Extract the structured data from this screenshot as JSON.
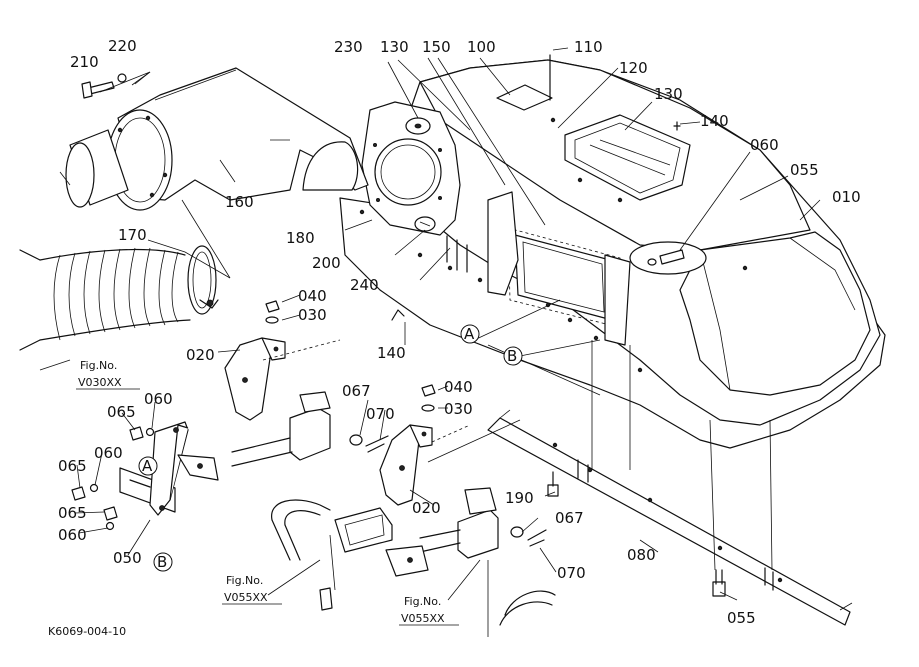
{
  "drawing_id": "K6069-004-10",
  "part_labels": {
    "p010": "010",
    "p020a": "020",
    "p020b": "020",
    "p030a": "030",
    "p030b": "030",
    "p040a": "040",
    "p040b": "040",
    "p050": "050",
    "p055a": "055",
    "p055b": "055",
    "p060a": "060",
    "p060b": "060",
    "p060c": "060",
    "p060d": "060",
    "p065a": "065",
    "p065b": "065",
    "p065c": "065",
    "p067a": "067",
    "p067b": "067",
    "p070a": "070",
    "p070b": "070",
    "p080": "080",
    "p100": "100",
    "p110": "110",
    "p120": "120",
    "p130a": "130",
    "p130b": "130",
    "p140a": "140",
    "p140b": "140",
    "p150": "150",
    "p160": "160",
    "p170": "170",
    "p180": "180",
    "p190": "190",
    "p200": "200",
    "p210": "210",
    "p220": "220",
    "p230": "230",
    "p240": "240"
  },
  "markers": {
    "a": "A",
    "b": "B"
  },
  "fig_refs": {
    "ref1": {
      "prefix": "Fig.No.",
      "code": "V030XX"
    },
    "ref2": {
      "prefix": "Fig.No.",
      "code": "V055XX"
    },
    "ref3": {
      "prefix": "Fig.No.",
      "code": "V055XX"
    }
  }
}
